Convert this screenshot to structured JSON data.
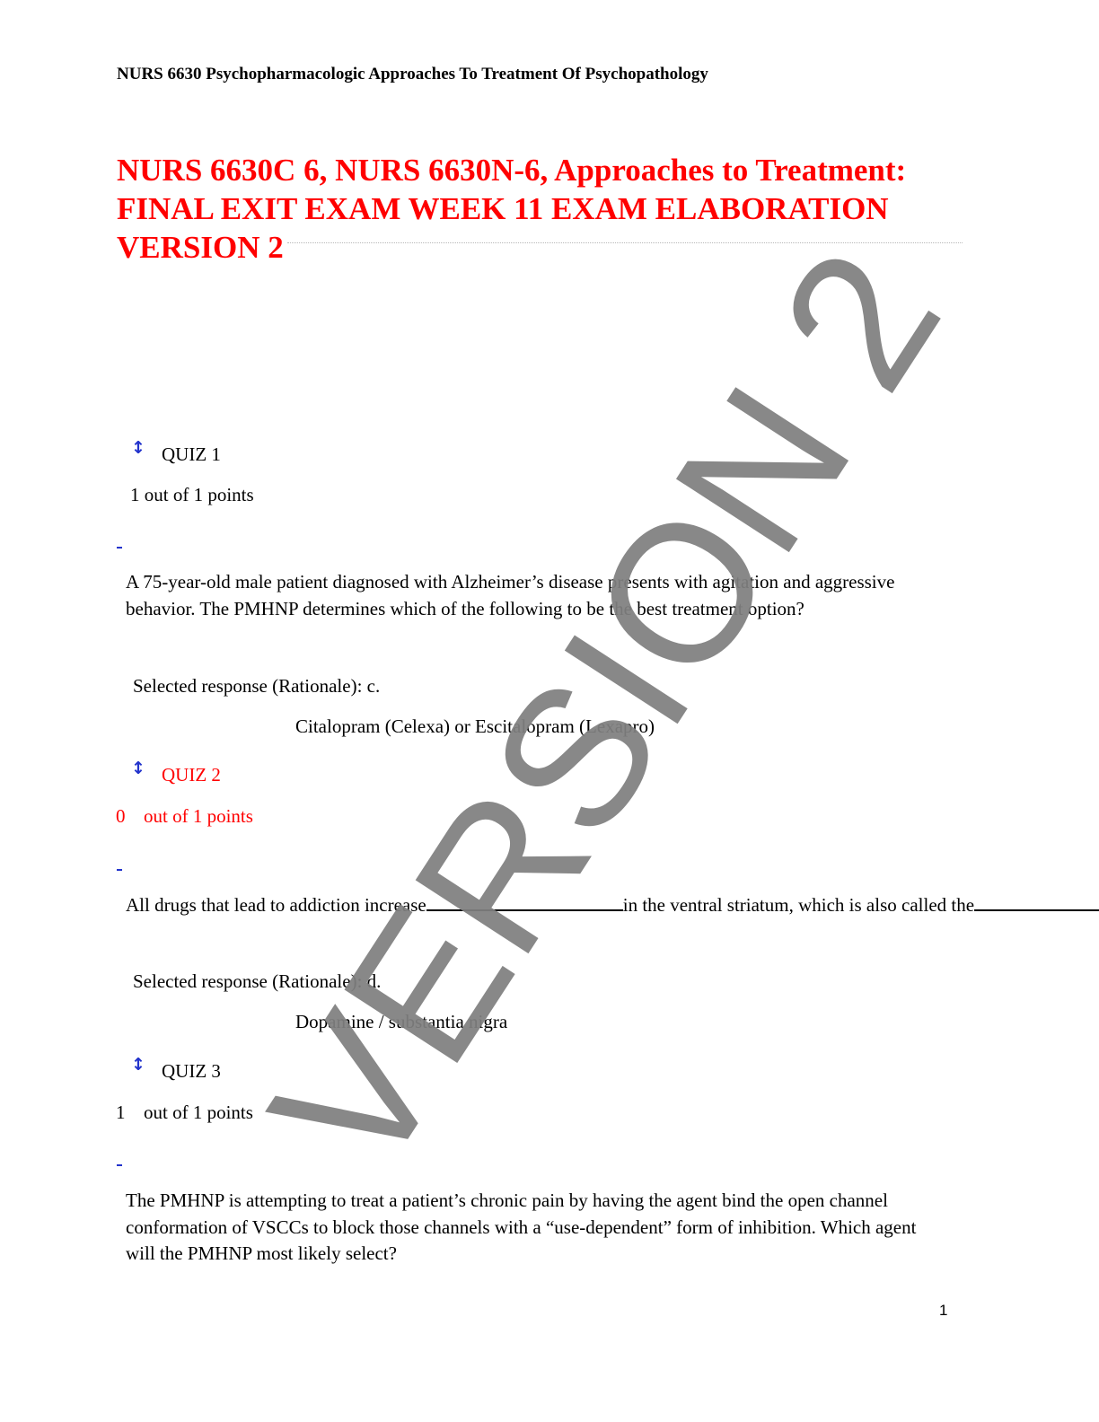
{
  "header": "NURS 6630 Psychopharmacologic Approaches To Treatment Of Psychopathology",
  "title": "NURS 6630C 6, NURS 6630N-6, Approaches to Treatment: FINAL EXIT EXAM WEEK 11 EXAM ELABORATION VERSION 2",
  "watermark": "VERSION 2",
  "quizzes": [
    {
      "label": "QUIZ 1",
      "score": "1 out of 1 points",
      "question": "A 75-year-old male patient diagnosed with Alzheimer’s disease presents with agitation and aggressive behavior. The PMHNP determines which of the following to be the best treatment option?",
      "selected": "Selected response (Rationale):  c.",
      "answer": "Citalopram (Celexa) or Escitalopram (Lexapro)"
    },
    {
      "label": "QUIZ 2",
      "score_num": "0",
      "score_text": "out of 1 points",
      "question_part1": "All drugs that lead to addiction increase",
      "question_part2": "in the ventral striatum, which is also called the",
      "question_part3": ".",
      "selected": "Selected response (Rationale):  d.",
      "answer": "Dopamine / substantia nigra"
    },
    {
      "label": "QUIZ 3",
      "score_num": "1",
      "score_text": "out of 1 points",
      "question": "The PMHNP is attempting to treat a patient’s chronic pain by having the agent bind the open channel conformation of VSCCs to block those channels with a “use-dependent” form of inhibition. Which agent will the PMHNP most likely select?"
    }
  ],
  "page_number": "1",
  "colors": {
    "title": "#ff0000",
    "incorrect": "#ff0000",
    "marker": "#2233cc",
    "watermark": "#808080"
  },
  "icons": {
    "quiz_marker": "up-down-arrow-icon",
    "question_marker": "dash-marker"
  }
}
